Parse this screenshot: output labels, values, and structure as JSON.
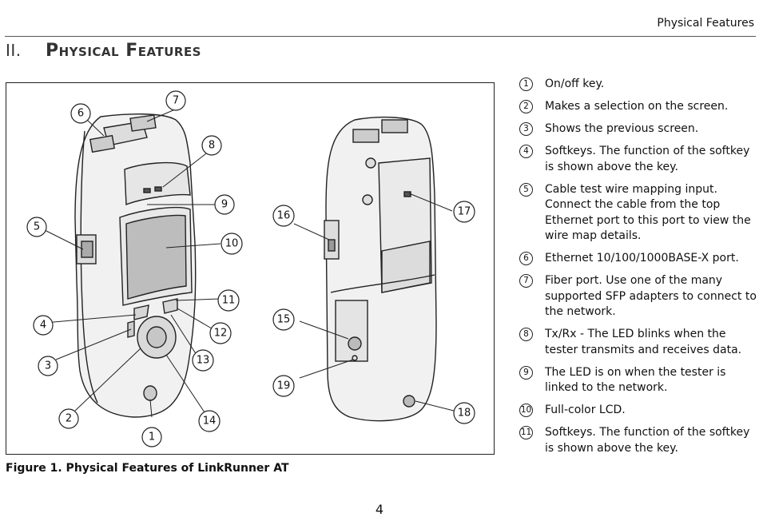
{
  "header": {
    "running_title": "Physical Features"
  },
  "section": {
    "number": "II.",
    "title": "Physical Features"
  },
  "figure": {
    "caption": "Figure 1. Physical Features of LinkRunner AT",
    "callouts": [
      "1",
      "2",
      "3",
      "4",
      "5",
      "6",
      "7",
      "8",
      "9",
      "10",
      "11",
      "12",
      "13",
      "14",
      "15",
      "16",
      "17",
      "18",
      "19"
    ]
  },
  "features": [
    {
      "num": "1",
      "text": "On/off key."
    },
    {
      "num": "2",
      "text": "Makes a selection on the screen."
    },
    {
      "num": "3",
      "text": "Shows the previous screen."
    },
    {
      "num": "4",
      "text": "Softkeys. The function of the softkey is shown above the key."
    },
    {
      "num": "5",
      "text": "Cable test wire mapping input. Connect the cable from the top Ethernet port to this port to view the wire map details."
    },
    {
      "num": "6",
      "text": "Ethernet 10/100/1000BASE-X port."
    },
    {
      "num": "7",
      "text": "Fiber port. Use one of the many supported SFP adapters to connect to the network."
    },
    {
      "num": "8",
      "text": "Tx/Rx - The LED blinks when the tester transmits and receives data."
    },
    {
      "num": "9",
      "text": "The LED is on when the tester is linked to the network."
    },
    {
      "num": "10",
      "text": "Full-color LCD."
    },
    {
      "num": "11",
      "text": "Softkeys. The function of the softkey is shown above the key."
    }
  ],
  "page": {
    "number": "4"
  }
}
